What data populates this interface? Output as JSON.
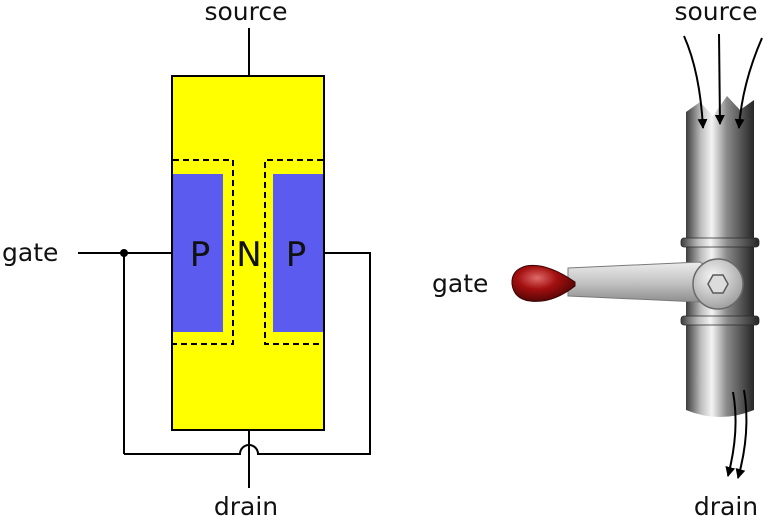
{
  "jfet_schematic": {
    "source_label": "source",
    "drain_label": "drain",
    "gate_label": "gate",
    "left_region_label": "P",
    "channel_label": "N",
    "right_region_label": "P",
    "colors": {
      "body": "#ffff00",
      "p_region": "#5b5bf0",
      "wire": "#000000"
    }
  },
  "faucet_analogy": {
    "source_label": "source",
    "drain_label": "drain",
    "gate_label": "gate",
    "colors": {
      "pipe": "#7a7a7a",
      "handle": "#c8c8c8",
      "knob": "#8b0a0a"
    }
  }
}
